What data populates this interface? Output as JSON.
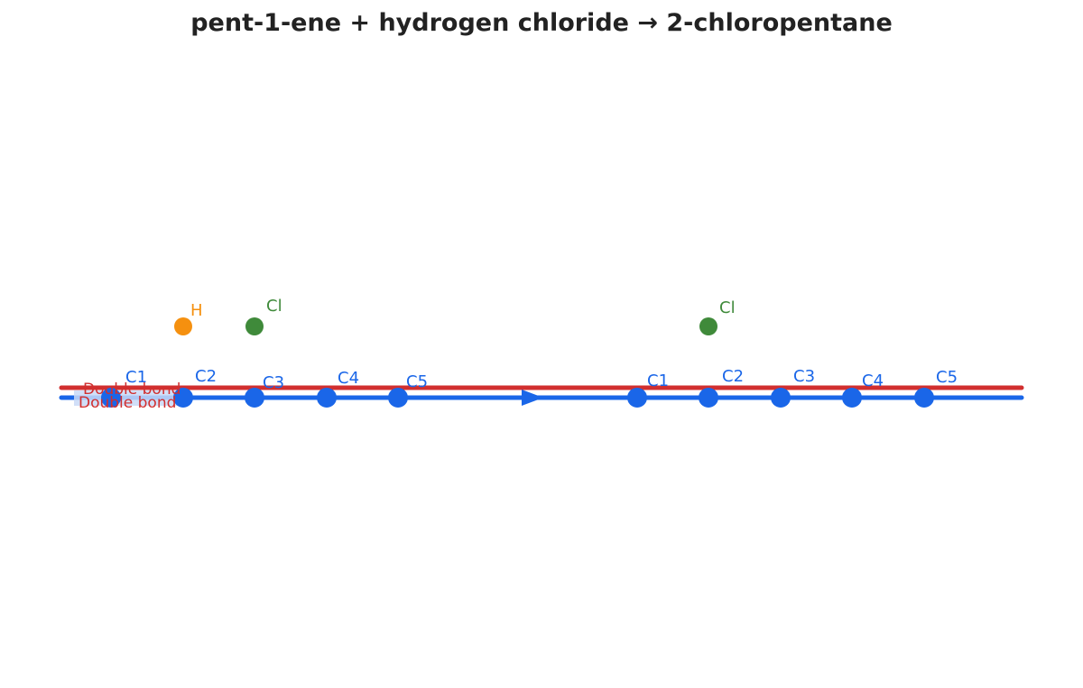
{
  "title": "pent-1-ene + hydrogen chloride → 2-chloropentane",
  "colors": {
    "carbon": "#1a66e8",
    "chain": "#1a66e8",
    "double_bond": "#d12f2f",
    "hydrogen": "#f5900f",
    "chlorine": "#3f8a3a",
    "arrow": "#1a66e8"
  },
  "reactant": {
    "carbons": [
      "C1",
      "C2",
      "C3",
      "C4",
      "C5"
    ],
    "double_bond_label": "Double bond",
    "double_bond_label_2": "Double bond",
    "hydrogen_label": "H",
    "chlorine_label": "Cl"
  },
  "product": {
    "carbons": [
      "C1",
      "C2",
      "C3",
      "C4",
      "C5"
    ],
    "chlorine_label": "Cl"
  }
}
